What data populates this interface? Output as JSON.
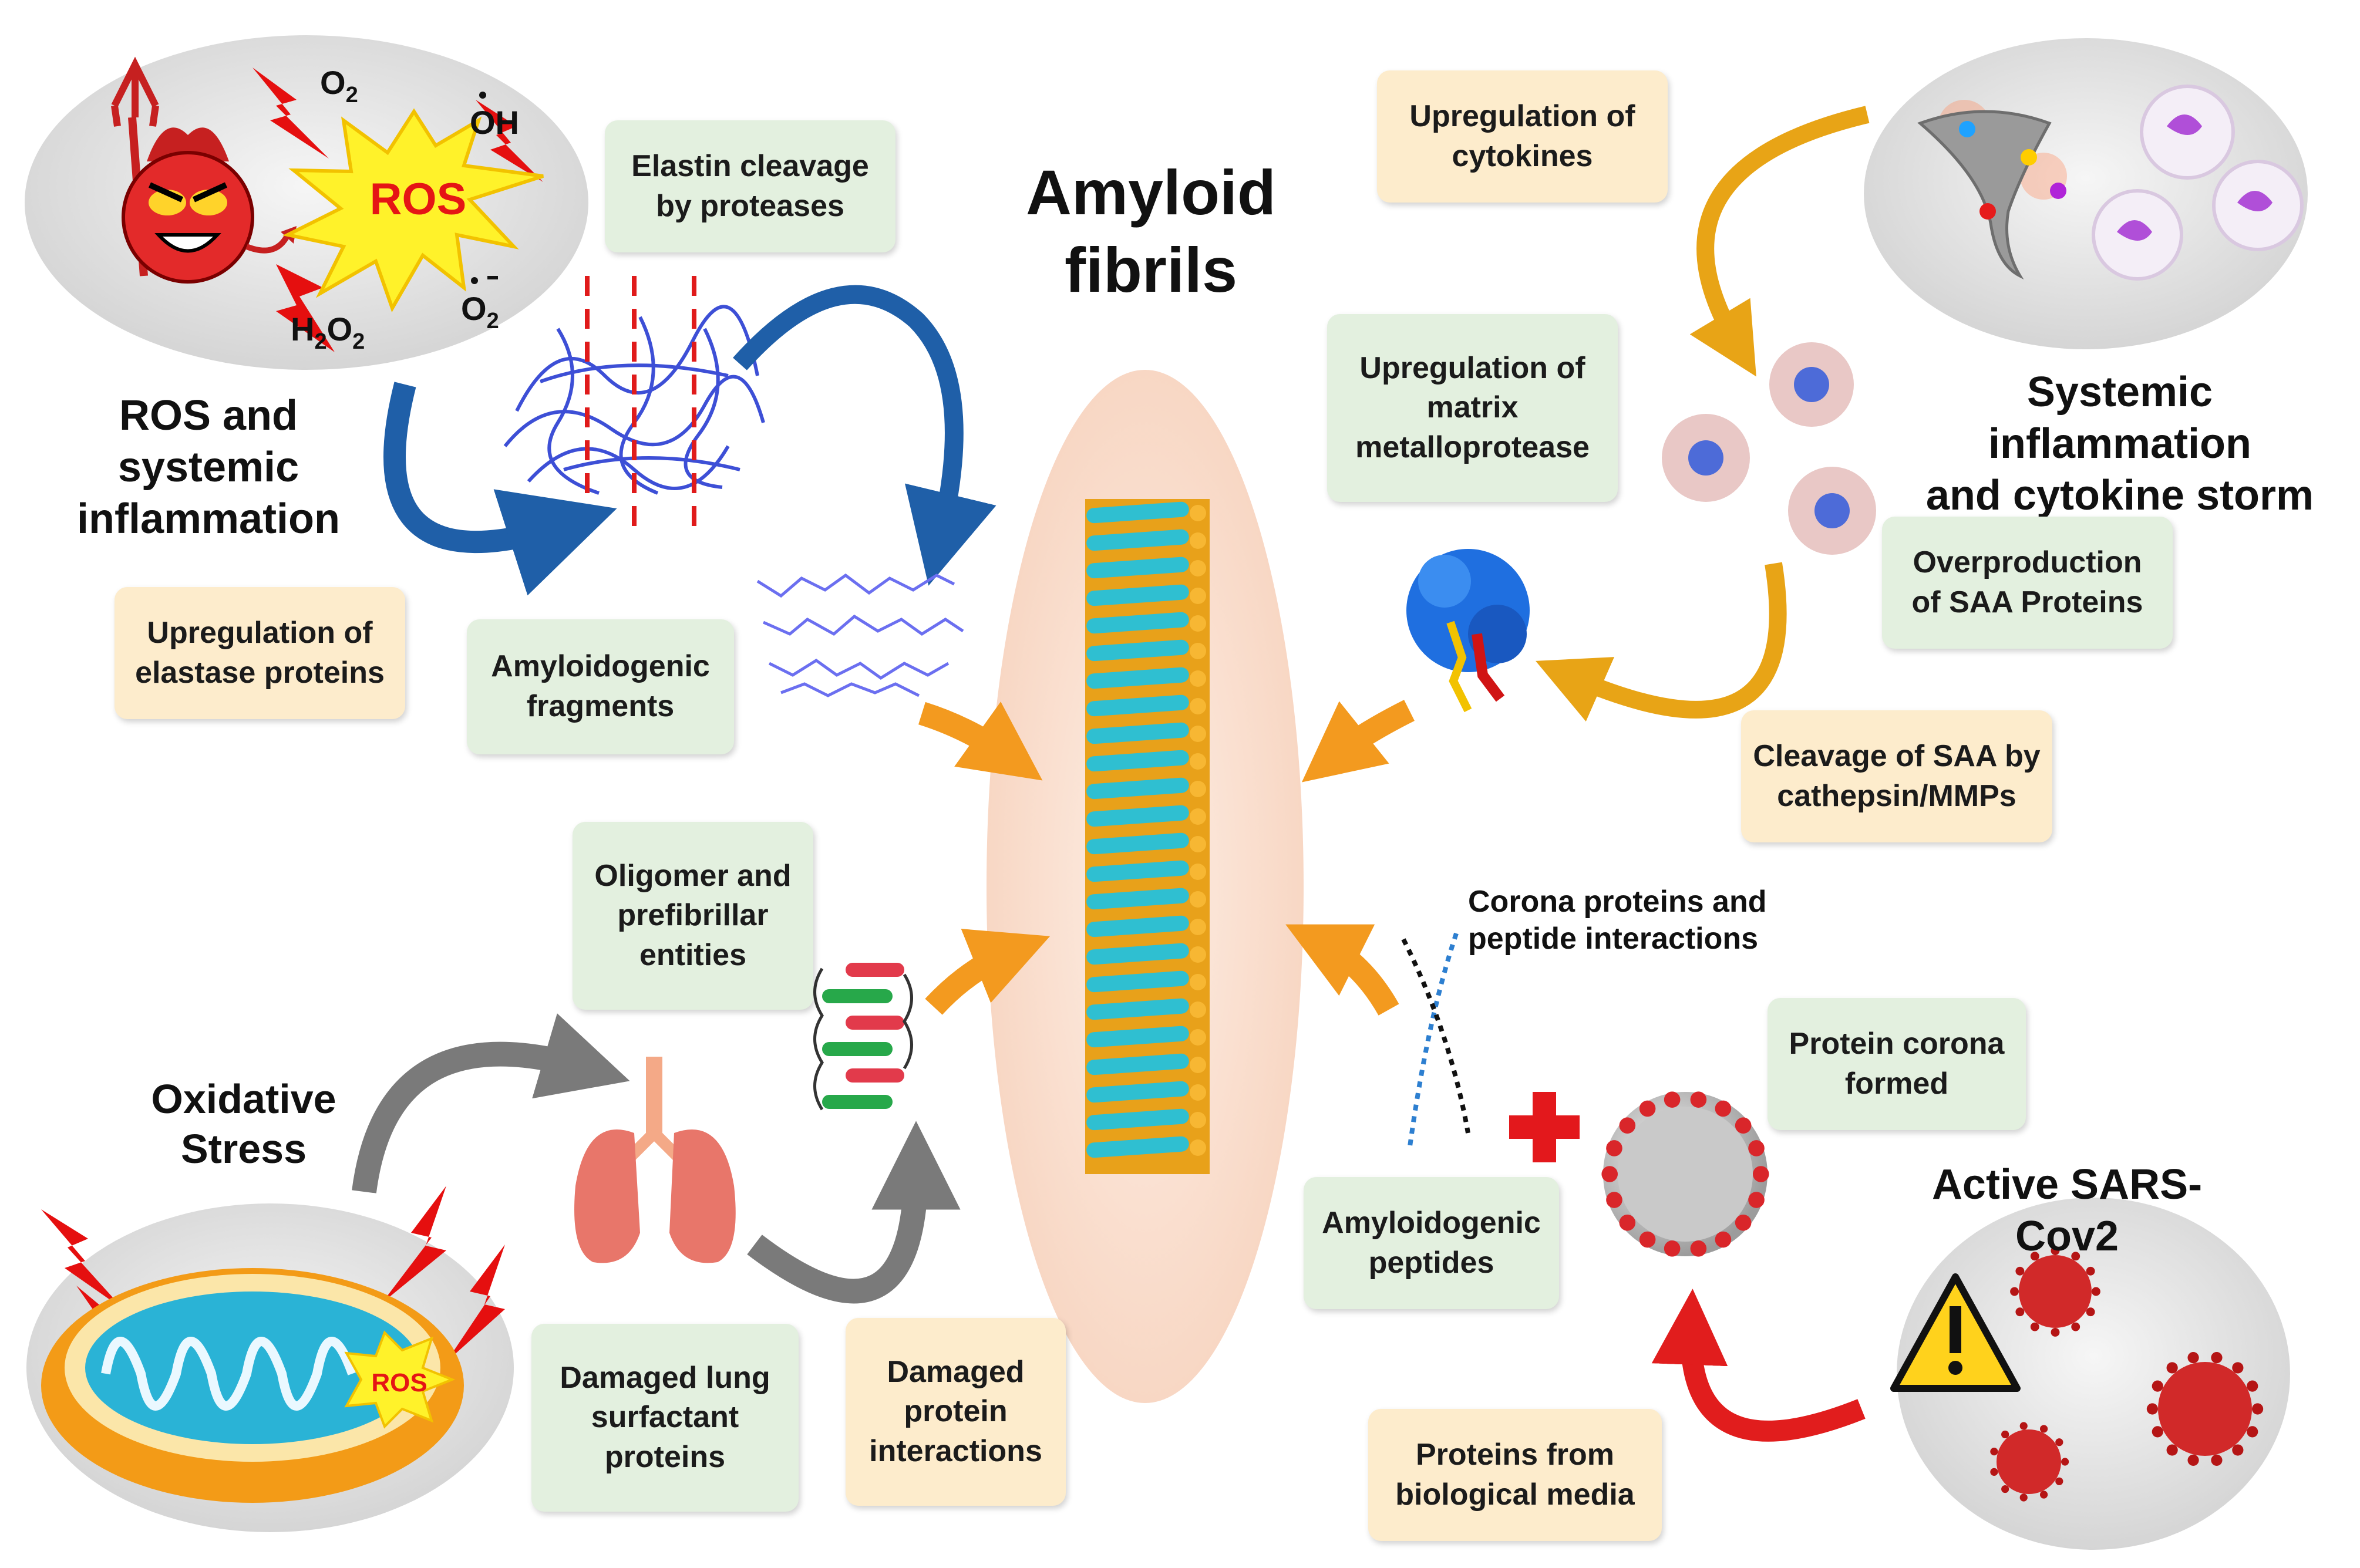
{
  "center": {
    "title": "Amyloid\nfibrils"
  },
  "sections": {
    "ros": {
      "title": "ROS and systemic\ninflammation",
      "badge": "ROS",
      "species": {
        "o2": "O2",
        "oh": "OH",
        "h2o2": "H2O2",
        "superoxide": "O2-"
      }
    },
    "cytokine": {
      "title": "Systemic inflammation\nand cytokine storm"
    },
    "oxidative": {
      "title": "Oxidative\nStress",
      "badge": "ROS"
    },
    "sars": {
      "title": "Active SARS-Cov2"
    }
  },
  "labels": {
    "elastin_cleavage": "Elastin cleavage\nby proteases",
    "upreg_elastase": "Upregulation of\nelastase proteins",
    "amyloidogenic_fragments": "Amyloidogenic\nfragments",
    "upreg_cytokines": "Upregulation of\ncytokines",
    "upreg_mmp": "Upregulation of\nmatrix\nmetalloprotease",
    "overproduction_saa": "Overproduction\nof SAA Proteins",
    "cleavage_saa": "Cleavage of SAA by\ncathepsin/MMPs",
    "oligomer": "Oligomer and\nprefibrillar\nentities",
    "damaged_lung": "Damaged lung\nsurfactant\nproteins",
    "damaged_protein": "Damaged\nprotein\ninteractions",
    "corona_interactions": "Corona proteins and\npeptide interactions",
    "protein_corona": "Protein corona\nformed",
    "amyloidogenic_peptides": "Amyloidogenic\npeptides",
    "proteins_media": "Proteins from\nbiological media"
  },
  "icons": [
    "devil-icon",
    "lightning-icon",
    "ros-burst-icon",
    "elastin-network-icon",
    "fibril-icon",
    "tornado-icon",
    "immune-cell-icon",
    "saa-protein-icon",
    "mitochondrion-icon",
    "lung-icon",
    "oligomer-icon",
    "peptide-strands-icon",
    "plus-icon",
    "virus-icon",
    "warning-icon"
  ],
  "colors": {
    "box_green": "#e3f0df",
    "box_peach": "#fdeccc",
    "blue_arrow": "#1f5fa8",
    "gold_arrow": "#e8a416",
    "orange_arrow": "#f39a1f",
    "grey_arrow": "#7a7a7a",
    "red_arrow": "#e11d1d",
    "fibril_cyan": "#28b7c9",
    "fibril_gold": "#f0a722",
    "ellipse": "#fbe3d6"
  }
}
